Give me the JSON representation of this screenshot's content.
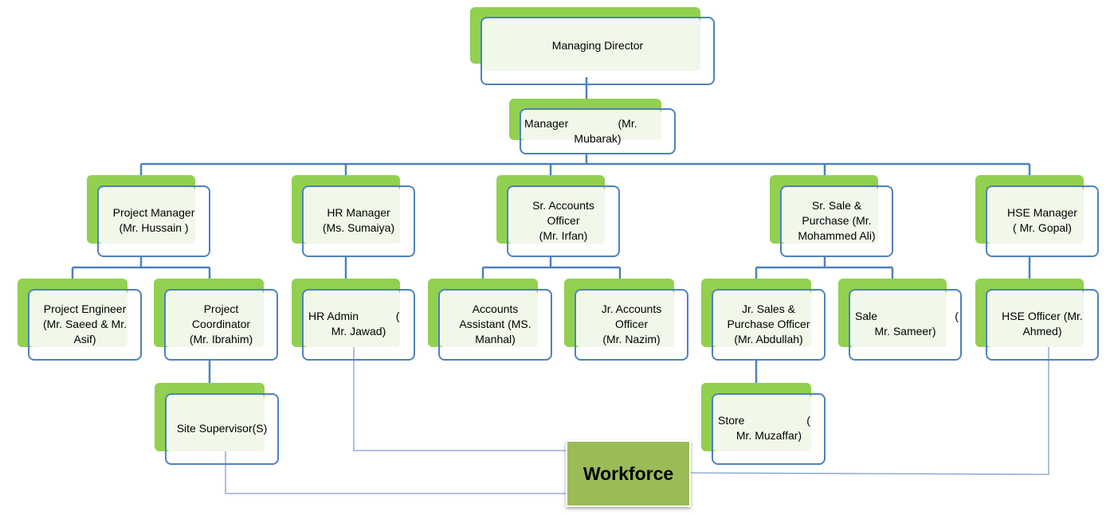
{
  "title": "Organization Chart",
  "colors": {
    "back_green": "#92d050",
    "border_blue": "#4f81bd",
    "fill_tint": "#f1f8ea",
    "workforce_fill": "#9bbb59",
    "connector": "#4f81bd",
    "thin_connector": "#7f9fcf"
  },
  "nodes": {
    "managing_director": {
      "label": "Managing Director"
    },
    "manager": {
      "label": "Manager                (Mr.\nMubarak)"
    },
    "project_manager": {
      "label": "Project Manager\n(Mr. Hussain )"
    },
    "hr_manager": {
      "label": "HR Manager\n(Ms. Sumaiya)"
    },
    "sr_accounts_officer": {
      "label": "Sr. Accounts\nOfficer\n(Mr. Irfan)"
    },
    "sr_sale_purchase": {
      "label": "Sr. Sale &\nPurchase (Mr.\nMohammed Ali)"
    },
    "hse_manager": {
      "label": "HSE Manager\n( Mr. Gopal)"
    },
    "project_engineer": {
      "label": "Project Engineer\n(Mr. Saeed & Mr.\nAsif)"
    },
    "project_coordinator": {
      "label": "Project\nCoordinator\n(Mr. Ibrahim)"
    },
    "hr_admin": {
      "label": "HR Admin            (\nMr. Jawad)"
    },
    "accounts_assistant": {
      "label": "Accounts\nAssistant     (MS.\nManhal)"
    },
    "jr_accounts_officer": {
      "label": "Jr. Accounts\nOfficer\n(Mr. Nazim)"
    },
    "jr_sales_purchase_officer": {
      "label": "Jr. Sales &\nPurchase Officer\n(Mr. Abdullah)"
    },
    "sale": {
      "label": "Sale                         (\nMr. Sameer)"
    },
    "hse_officer": {
      "label": "HSE Officer   (Mr.\nAhmed)"
    },
    "site_supervisor": {
      "label": "Site Supervisor(S)"
    },
    "store": {
      "label": "Store                    (\nMr. Muzaffar)"
    }
  },
  "workforce": {
    "label": "Workforce"
  }
}
